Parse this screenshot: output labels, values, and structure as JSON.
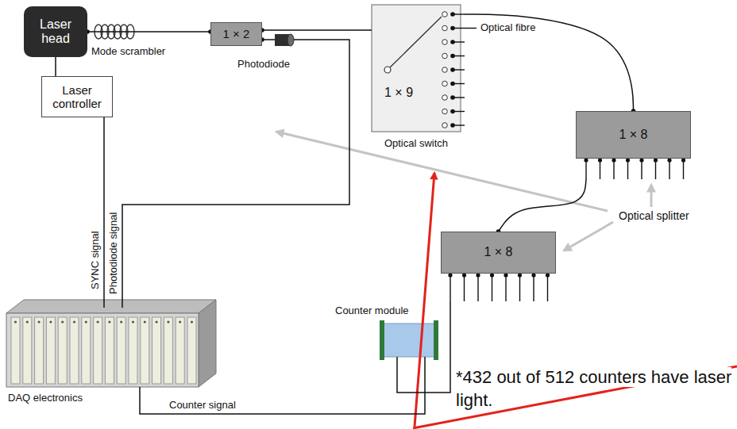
{
  "diagram": {
    "nodes": [
      {
        "text": [
          "Laser head"
        ]
      },
      {
        "text": [
          "1 × 2"
        ]
      },
      {
        "text": [
          "Photodiode"
        ]
      },
      {
        "text": [
          "1 × 9",
          "Optical switch"
        ]
      },
      {
        "text": [
          "Laser controller"
        ]
      },
      {
        "text": [
          "1 × 8"
        ]
      },
      {
        "text": [
          "1 × 8"
        ]
      },
      {
        "text": [
          "Counter module"
        ]
      },
      {
        "text": [
          "DAQ electronics"
        ]
      }
    ],
    "edges": [
      {
        "from": 0,
        "to": 1,
        "arrow": "none"
      },
      {
        "from": 1,
        "to": 2,
        "arrow": "none"
      },
      {
        "from": 1,
        "to": 3,
        "arrow": "none"
      },
      {
        "from": 3,
        "to": 5,
        "arrow": "none"
      },
      {
        "from": 5,
        "to": 6,
        "arrow": "none"
      },
      {
        "from": 6,
        "to": 7,
        "arrow": "none"
      },
      {
        "from": 0,
        "to": 4,
        "arrow": "none"
      },
      {
        "from": 4,
        "to": 8,
        "label": "SYNC signal",
        "arrow": "none"
      },
      {
        "from": 2,
        "to": 8,
        "label": "Photodiode signal",
        "arrow": "none"
      },
      {
        "from": 7,
        "to": 8,
        "label": "Counter signal",
        "arrow": "none"
      }
    ],
    "labels": [
      "Mode scrambler",
      "Optical fibre",
      "Optical splitter",
      "*432 out of 512 counters have laser light."
    ]
  }
}
